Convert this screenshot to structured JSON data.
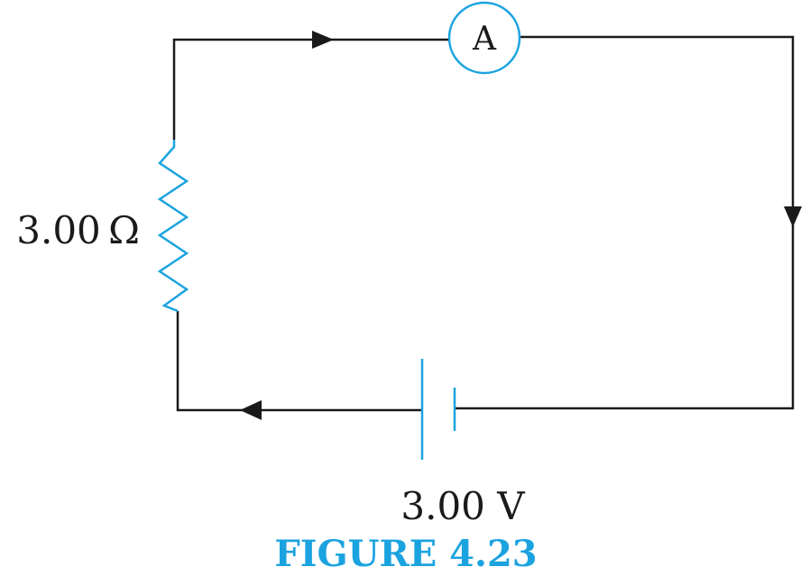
{
  "diagram": {
    "resistor_label": "3.00 Ω",
    "ammeter_label": "A",
    "battery_label": "3.00 V",
    "caption": "FIGURE 4.23"
  },
  "colors": {
    "wire": "#1a1a1a",
    "component": "#1ba3e0",
    "caption": "#1ba3e0",
    "text": "#1a1a1a"
  }
}
